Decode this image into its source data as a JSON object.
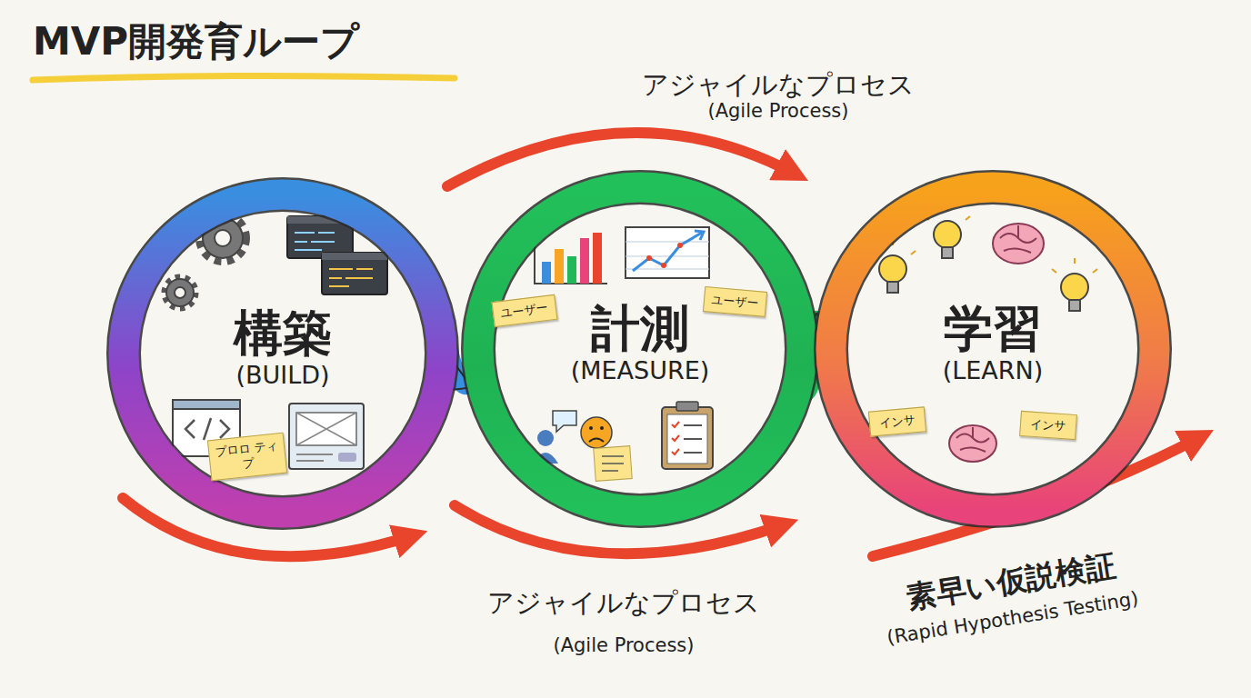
{
  "diagram": {
    "title": "MVP開発育ループ",
    "nodes": [
      {
        "text": [
          "構築",
          "(BUILD)"
        ]
      },
      {
        "text": [
          "プロロ ティプ"
        ],
        "in": 0
      },
      {
        "text": [
          "計測",
          "(MEASURE)"
        ]
      },
      {
        "text": [
          "ユーザー"
        ],
        "in": 2
      },
      {
        "text": [
          "ユーザー"
        ],
        "in": 2
      },
      {
        "text": [
          "学習",
          "(LEARN)"
        ]
      },
      {
        "text": [
          "インサ"
        ],
        "in": 5
      },
      {
        "text": [
          "インサ"
        ],
        "in": 5
      }
    ],
    "edges": [
      {
        "from": 0,
        "to": 2,
        "arrow": "to"
      },
      {
        "from": 2,
        "to": 5,
        "arrow": "to"
      }
    ],
    "labels": [
      "アジャイルなプロセス",
      "(Agile Process)",
      "アジャイルなプロセス",
      "(Agile Process)",
      "素早い仮説検証",
      "(Rapid Hypothesis Testing)"
    ]
  }
}
